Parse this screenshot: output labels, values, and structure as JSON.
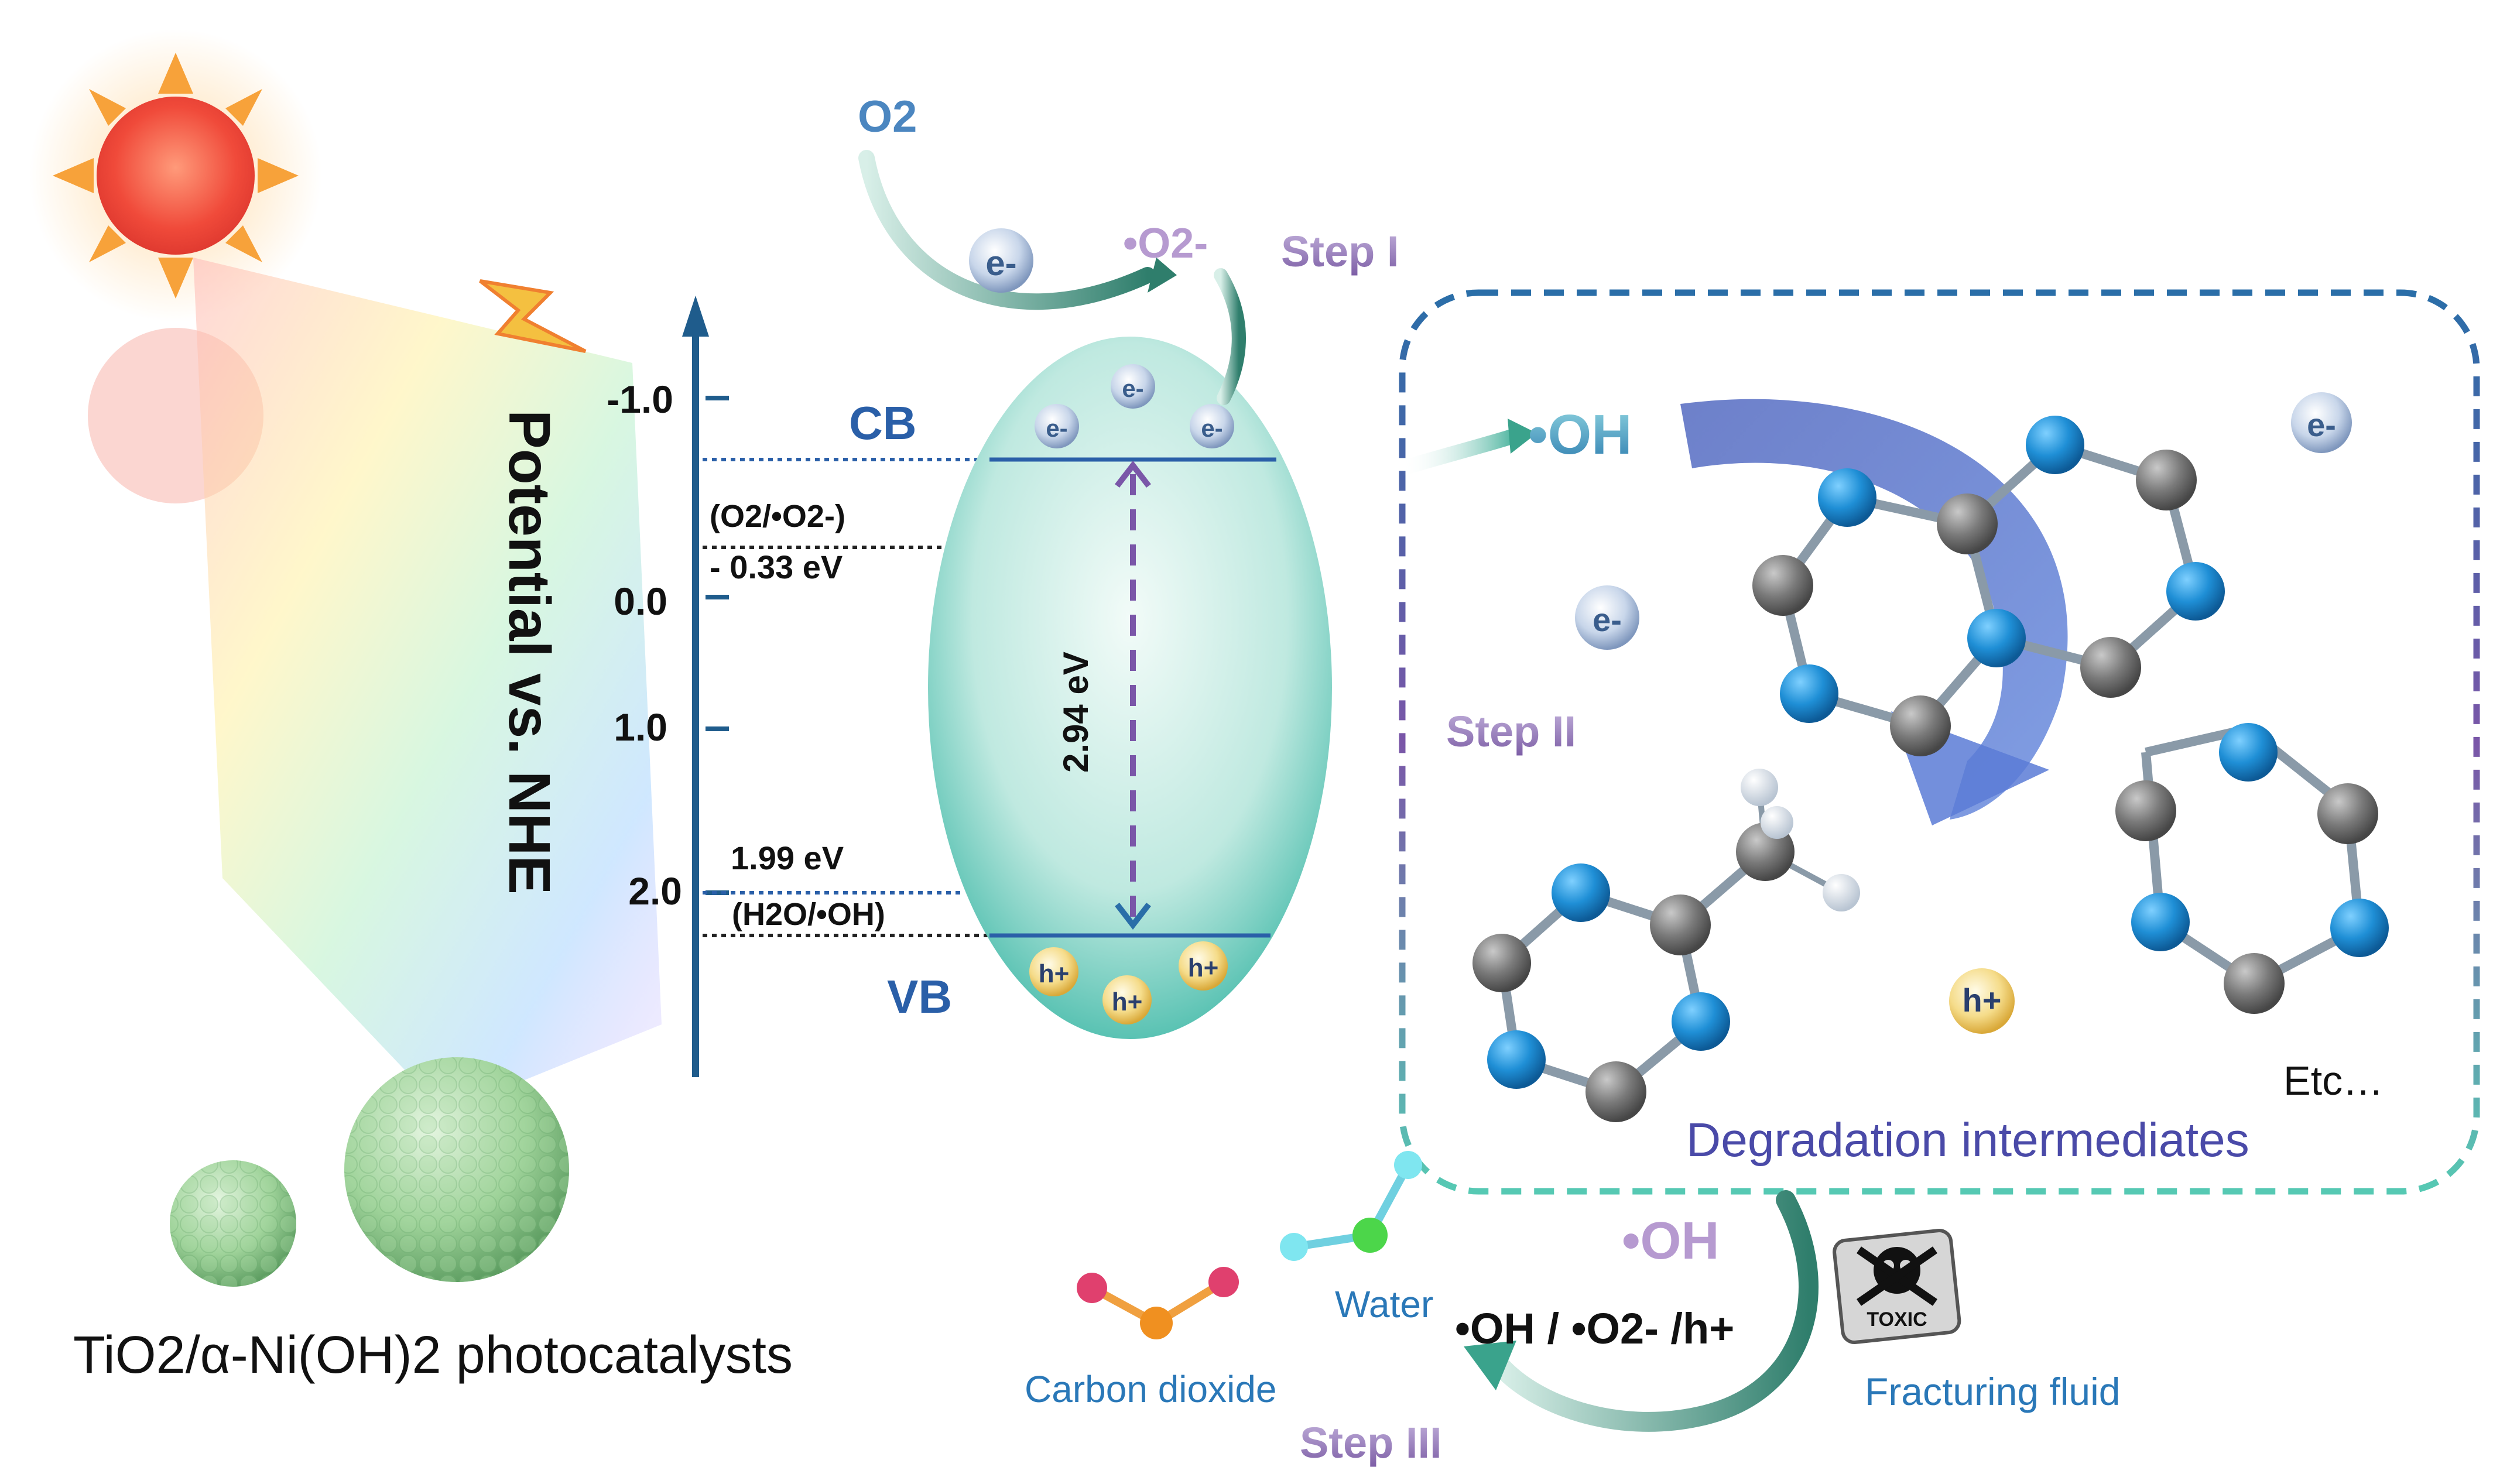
{
  "axis": {
    "title": "Potential vs. NHE",
    "ticks": [
      "-1.0",
      "0.0",
      "1.0",
      "2.0"
    ]
  },
  "bands": {
    "cb": "CB",
    "vb": "VB",
    "gap": "2.94 eV"
  },
  "levels": {
    "o2_couple": "(O2/•O2-)",
    "o2_value": "- 0.33 eV",
    "oh_value": "1.99 eV",
    "oh_couple": "(H2O/•OH)"
  },
  "carriers": {
    "electron": "e-",
    "hole": "h+"
  },
  "species": {
    "o2": "O2",
    "superoxide": "•O2-",
    "hydroxyl": "•OH",
    "radicals": "•OH / •O2- /h+"
  },
  "steps": {
    "step1": "Step I",
    "step2": "Step II",
    "step3": "Step III"
  },
  "intermediates": {
    "title": "Degradation intermediates",
    "etc": "Etc…"
  },
  "products": {
    "water": "Water",
    "co2": "Carbon dioxide",
    "fluid": "Fracturing fluid",
    "toxic": "TOXIC"
  },
  "catalyst": {
    "label": "TiO2/α-Ni(OH)2 photocatalysts"
  },
  "colors": {
    "axis_blue": "#1f5c8c",
    "band_blue": "#2a5fa8",
    "dash_purple": "#7a56a8",
    "oval_teal": "#3db5a7",
    "box_border_top": "#2a78a8",
    "box_border_bottom": "#56c9b3",
    "nitrogen": "#1f8fd6",
    "carbon": "#7a7a7a",
    "hydrogen": "#e8eef5",
    "step_text": "#8f74b0",
    "intermediates_text": "#4a4aa8",
    "label_blue": "#2a78b8"
  }
}
